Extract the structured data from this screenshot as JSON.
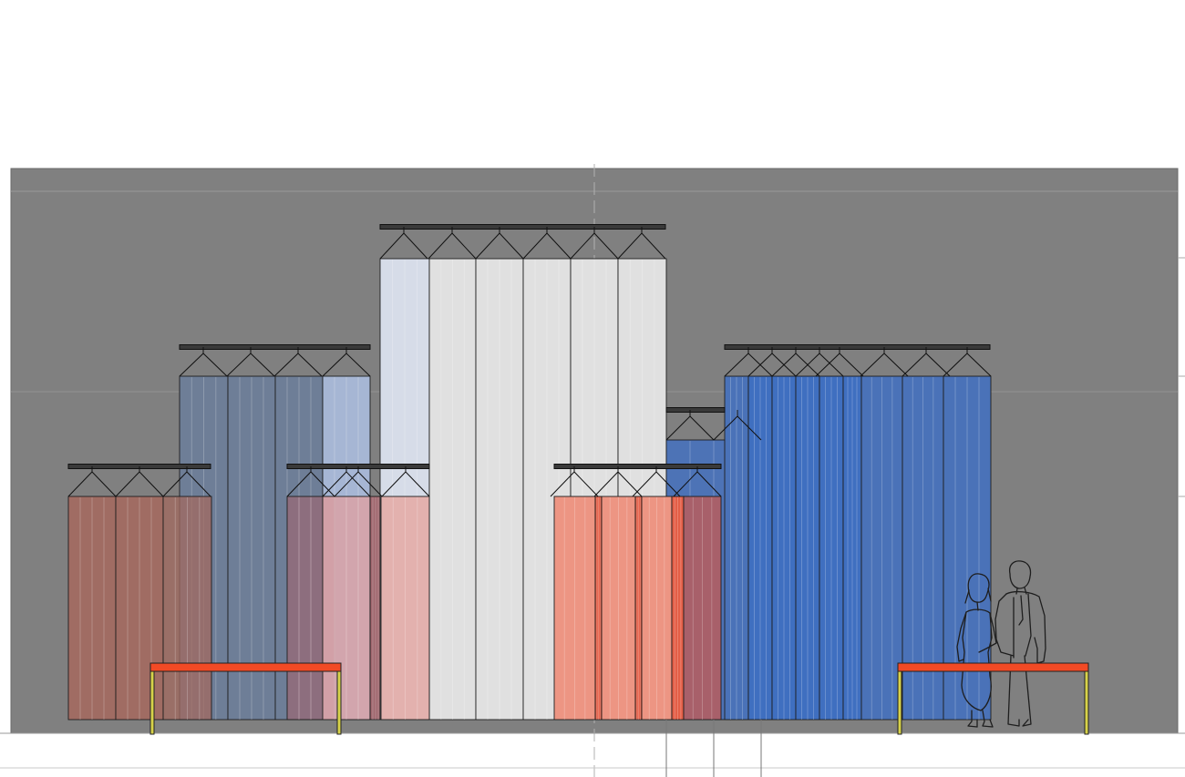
{
  "palette": {
    "background": "#ffffff",
    "wall": "#808080",
    "outline": "#1e1e1e",
    "rail": "#3a3a3a",
    "white_panel": "#e0e0e0",
    "white_panel_tint": "#d6dce8",
    "slate_blue": "#6d7d98",
    "light_blue": "#a6b6d4",
    "royal_blue": "#3f6fc0",
    "mid_blue": "#4a72b8",
    "brick": "#a3695f",
    "pink": "#d7a3a8",
    "salmon_light": "#e4aeab",
    "salmon": "#ed9583",
    "coral": "#e45e46",
    "rose": "#a8606a",
    "table_top": "#f24a25",
    "table_leg": "#d7d24a"
  },
  "scene": {
    "wall_label": "display-wall",
    "floor_label": "floor-line",
    "tables": [
      "left-table",
      "right-table"
    ],
    "figures": [
      "woman-figure",
      "man-figure"
    ]
  }
}
